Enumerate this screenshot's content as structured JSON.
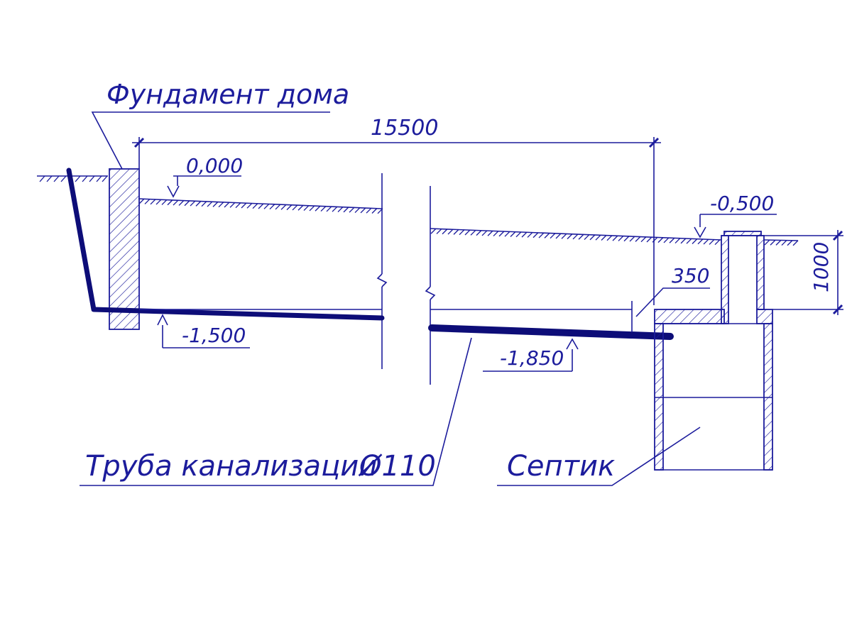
{
  "colors": {
    "ink": "#1c1c9c",
    "pipe": "#0d0d78",
    "background": "#ffffff"
  },
  "labels": {
    "foundation": "Фундамент дома",
    "pipe": "Труба канализации",
    "pipe_diameter": "Ø110",
    "septic": "Септик"
  },
  "dimensions": {
    "total_length": "15500",
    "septic_height": "1000",
    "tank_offset": "350"
  },
  "elevations": {
    "ground_house": "0,000",
    "ground_septic": "-0,500",
    "pipe_start": "-1,500",
    "pipe_end": "-1,850"
  }
}
